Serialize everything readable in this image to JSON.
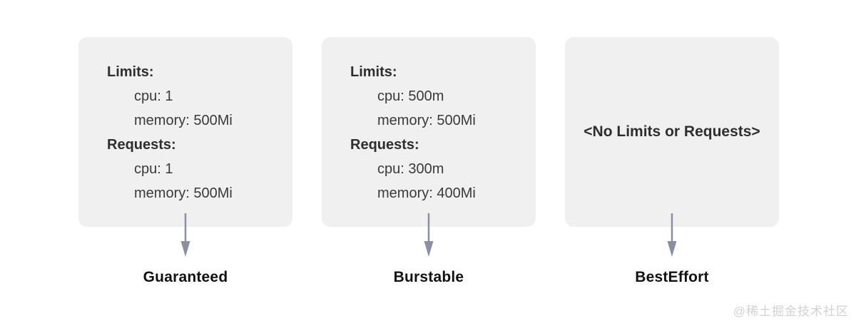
{
  "columns": [
    {
      "card": {
        "sections": [
          {
            "header": "Limits:",
            "items": [
              "cpu: 1",
              "memory: 500Mi"
            ]
          },
          {
            "header": "Requests:",
            "items": [
              "cpu: 1",
              "memory: 500Mi"
            ]
          }
        ]
      },
      "label": "Guaranteed"
    },
    {
      "card": {
        "sections": [
          {
            "header": "Limits:",
            "items": [
              "cpu: 500m",
              "memory: 500Mi"
            ]
          },
          {
            "header": "Requests:",
            "items": [
              "cpu: 300m",
              "memory: 400Mi"
            ]
          }
        ]
      },
      "label": "Burstable"
    },
    {
      "card": {
        "empty_text": "<No Limits or Requests>"
      },
      "label": "BestEffort"
    }
  ],
  "watermark": "@稀土掘金技术社区",
  "colors": {
    "card_background": "#f0f0f1",
    "header_text": "#2e2e30",
    "item_text": "#3a3a3c",
    "arrow": "#8b8fa3",
    "label_text": "#121212",
    "watermark_text": "#d2d2d2"
  }
}
